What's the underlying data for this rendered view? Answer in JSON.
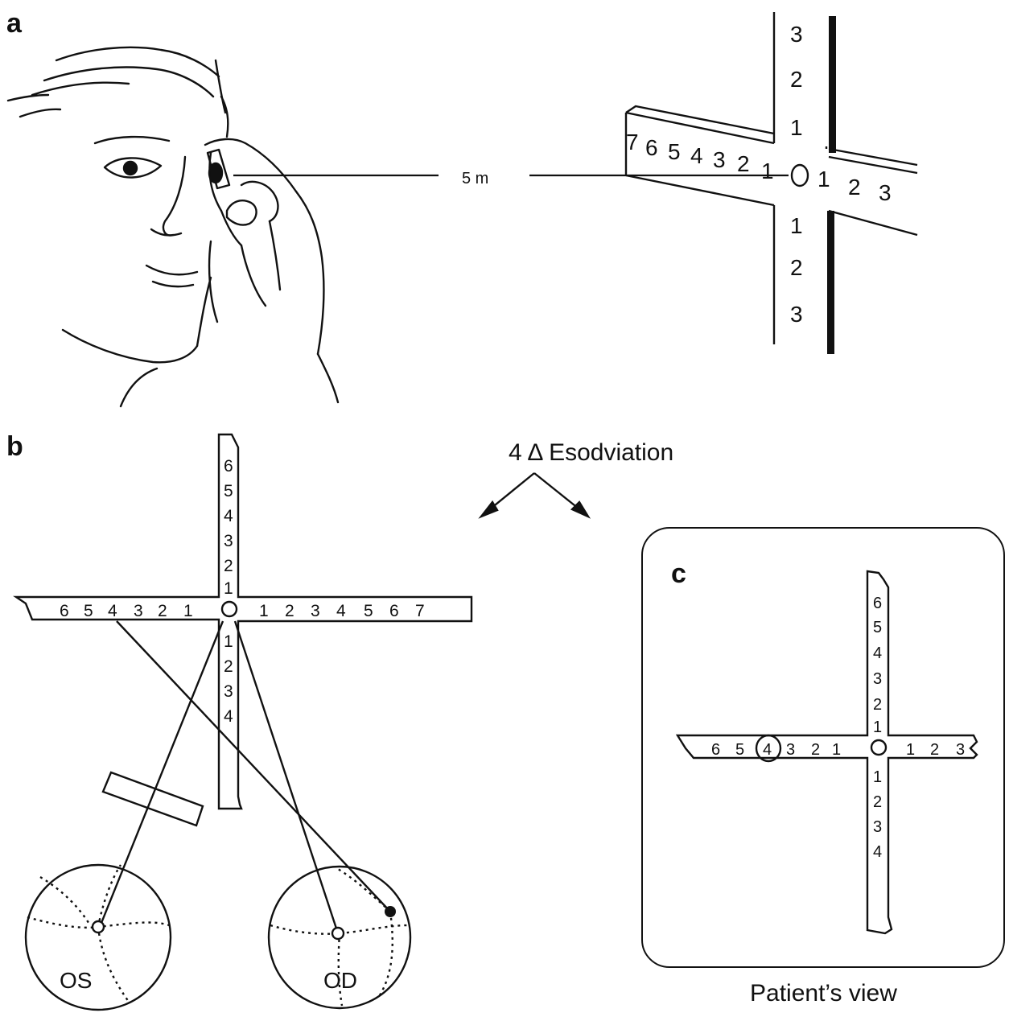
{
  "panels": {
    "a": {
      "label": "a",
      "distance_label": "5 m"
    },
    "b": {
      "label": "b",
      "deviation_label": "4 Δ Esodviation",
      "left_eye": "OS",
      "right_eye": "OD"
    },
    "c": {
      "label": "c",
      "caption": "Patient’s view"
    }
  },
  "scale_a": {
    "vertical_up": [
      "1",
      "2",
      "3"
    ],
    "vertical_down": [
      "1",
      "2",
      "3"
    ],
    "horizontal_left": [
      "1",
      "2",
      "3",
      "4",
      "5",
      "6",
      "7"
    ],
    "horizontal_right": [
      "1",
      "2",
      "3"
    ]
  },
  "scale_b": {
    "vertical_up": [
      "1",
      "2",
      "3",
      "4",
      "5",
      "6"
    ],
    "vertical_down": [
      "1",
      "2",
      "3",
      "4"
    ],
    "horizontal_left": [
      "1",
      "2",
      "3",
      "4",
      "5",
      "6"
    ],
    "horizontal_right": [
      "1",
      "2",
      "3",
      "4",
      "5",
      "6",
      "7"
    ]
  },
  "scale_c": {
    "vertical_up": [
      "1",
      "2",
      "3",
      "4",
      "5",
      "6"
    ],
    "vertical_down": [
      "1",
      "2",
      "3",
      "4"
    ],
    "horizontal_left": [
      "1",
      "2",
      "3",
      "4",
      "5",
      "6"
    ],
    "horizontal_right": [
      "1",
      "2",
      "3"
    ],
    "circled": "4"
  },
  "icons": [
    "face-with-hand-icon",
    "maddox-rod-icon",
    "eye-globe-icon"
  ]
}
